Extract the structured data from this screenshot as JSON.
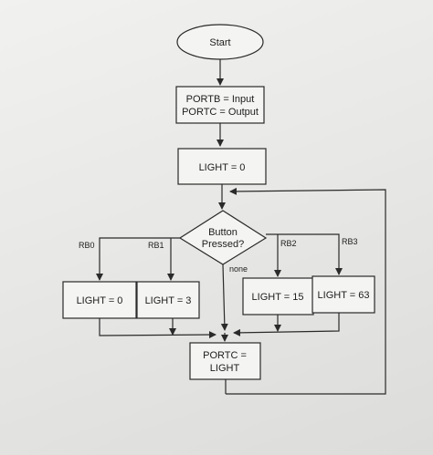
{
  "flowchart": {
    "start": "Start",
    "init_ports": [
      "PORTB = Input",
      "PORTC = Output"
    ],
    "init_light": "LIGHT = 0",
    "decision": [
      "Button",
      "Pressed?"
    ],
    "branches": [
      {
        "label": "RB0",
        "action": "LIGHT = 0"
      },
      {
        "label": "RB1",
        "action": "LIGHT = 3"
      },
      {
        "label": "RB2",
        "action": "LIGHT = 15"
      },
      {
        "label": "RB3",
        "action": "LIGHT = 63"
      }
    ],
    "none_label": "none",
    "output": [
      "PORTC =",
      "LIGHT"
    ]
  }
}
